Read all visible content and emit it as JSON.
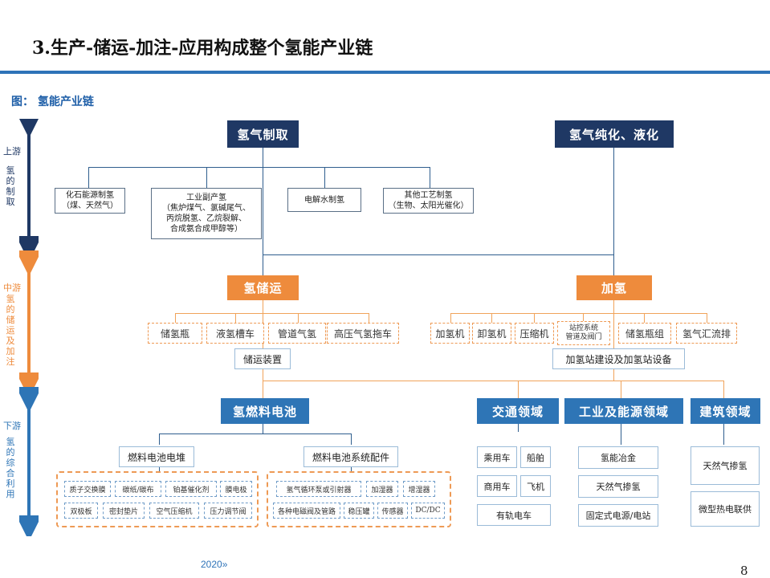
{
  "slide_title": "3.生产-储运-加注-应用构成整个氢能产业链",
  "figure_caption": "图：  氢能产业链",
  "footer": "2020»",
  "page_number": "8",
  "stages": {
    "upstream": {
      "title": "上游",
      "sub": "氢的制取"
    },
    "midstream": {
      "title": "中游",
      "sub": "氢的储运及加注"
    },
    "downstream": {
      "title": "下游",
      "sub": "氢的综合利用"
    }
  },
  "production": {
    "main": "氢气制取",
    "purify": "氢气纯化、液化",
    "methods": [
      "化石能源制氢\n（煤、天然气）",
      "工业副产氢\n（焦炉煤气、氯碱尾气、\n丙烷脱氢、乙烷裂解、\n合成氨合成甲醇等）",
      "电解水制氢",
      "其他工艺制氢\n（生物、太阳光催化）"
    ]
  },
  "storage": {
    "main": "氢储运",
    "items": [
      "储氢瓶",
      "液氢槽车",
      "管道气氢",
      "高压气氢拖车"
    ],
    "equipment": "储运装置"
  },
  "refuel": {
    "main": "加氢",
    "items": [
      "加氢机",
      "卸氢机",
      "压缩机",
      "站控系统\n管道及阀门",
      "储氢瓶组",
      "氢气汇流排"
    ],
    "equipment": "加氢站建设及加氢站设备"
  },
  "fuel_cell": {
    "main": "氢燃料电池",
    "stack": "燃料电池电堆",
    "stack_parts": [
      "质子交换膜",
      "碳纸/碳布",
      "铂基催化剂",
      "膜电极",
      "双极板",
      "密封垫片",
      "空气压缩机",
      "压力调节阀"
    ],
    "system": "燃料电池系统配件",
    "system_parts": [
      "氢气循环泵或引射器",
      "加湿器",
      "增湿器",
      "各种电磁阀及管路",
      "稳压罐",
      "传感器",
      "DC/DC"
    ]
  },
  "transport": {
    "main": "交通领域",
    "items": [
      "乘用车",
      "船舶",
      "商用车",
      "飞机",
      "有轨电车"
    ]
  },
  "industry": {
    "main": "工业及能源领域",
    "items": [
      "氢能冶金",
      "天然气掺氢",
      "固定式电源/电站"
    ]
  },
  "building": {
    "main": "建筑领域",
    "items": [
      "天然气掺氢",
      "微型热电联供"
    ]
  }
}
